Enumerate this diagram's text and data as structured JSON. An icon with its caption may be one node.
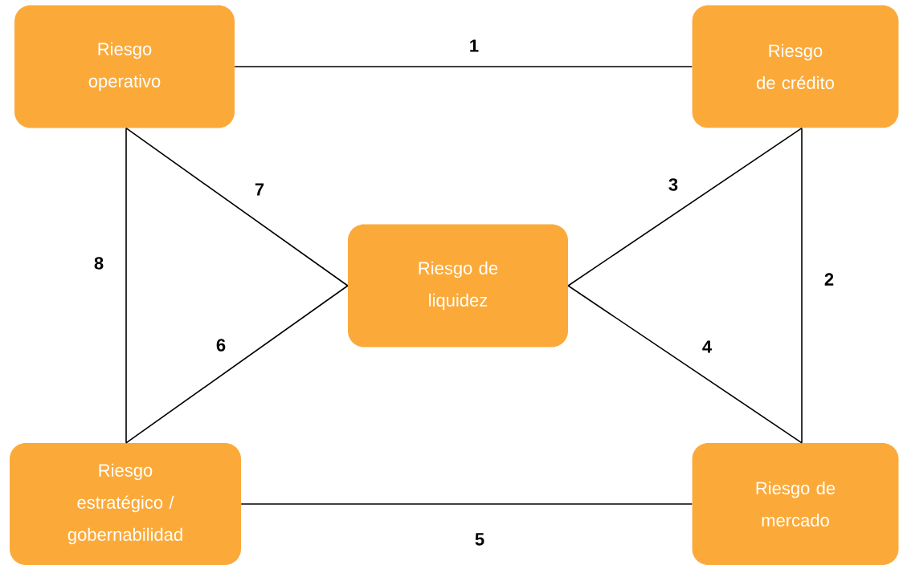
{
  "diagram": {
    "nodes": [
      {
        "text": [
          "Riesgo operativo"
        ]
      },
      {
        "text": [
          "Riesgo de crédito"
        ]
      },
      {
        "text": [
          "Riesgo de liquidez"
        ]
      },
      {
        "text": [
          "Riesgo estratégico / gobernabilidad"
        ]
      },
      {
        "text": [
          "Riesgo de mercado"
        ]
      }
    ],
    "edges": [
      {
        "from": 0,
        "to": 1,
        "arrow": "none",
        "label": "1"
      },
      {
        "from": 1,
        "to": 4,
        "arrow": "none",
        "label": "2"
      },
      {
        "from": 1,
        "to": 2,
        "arrow": "none",
        "label": "3"
      },
      {
        "from": 2,
        "to": 4,
        "arrow": "none",
        "label": "4"
      },
      {
        "from": 3,
        "to": 4,
        "arrow": "none",
        "label": "5"
      },
      {
        "from": 3,
        "to": 2,
        "arrow": "none",
        "label": "6"
      },
      {
        "from": 0,
        "to": 2,
        "arrow": "none",
        "label": "7"
      },
      {
        "from": 0,
        "to": 3,
        "arrow": "none",
        "label": "8"
      }
    ]
  }
}
